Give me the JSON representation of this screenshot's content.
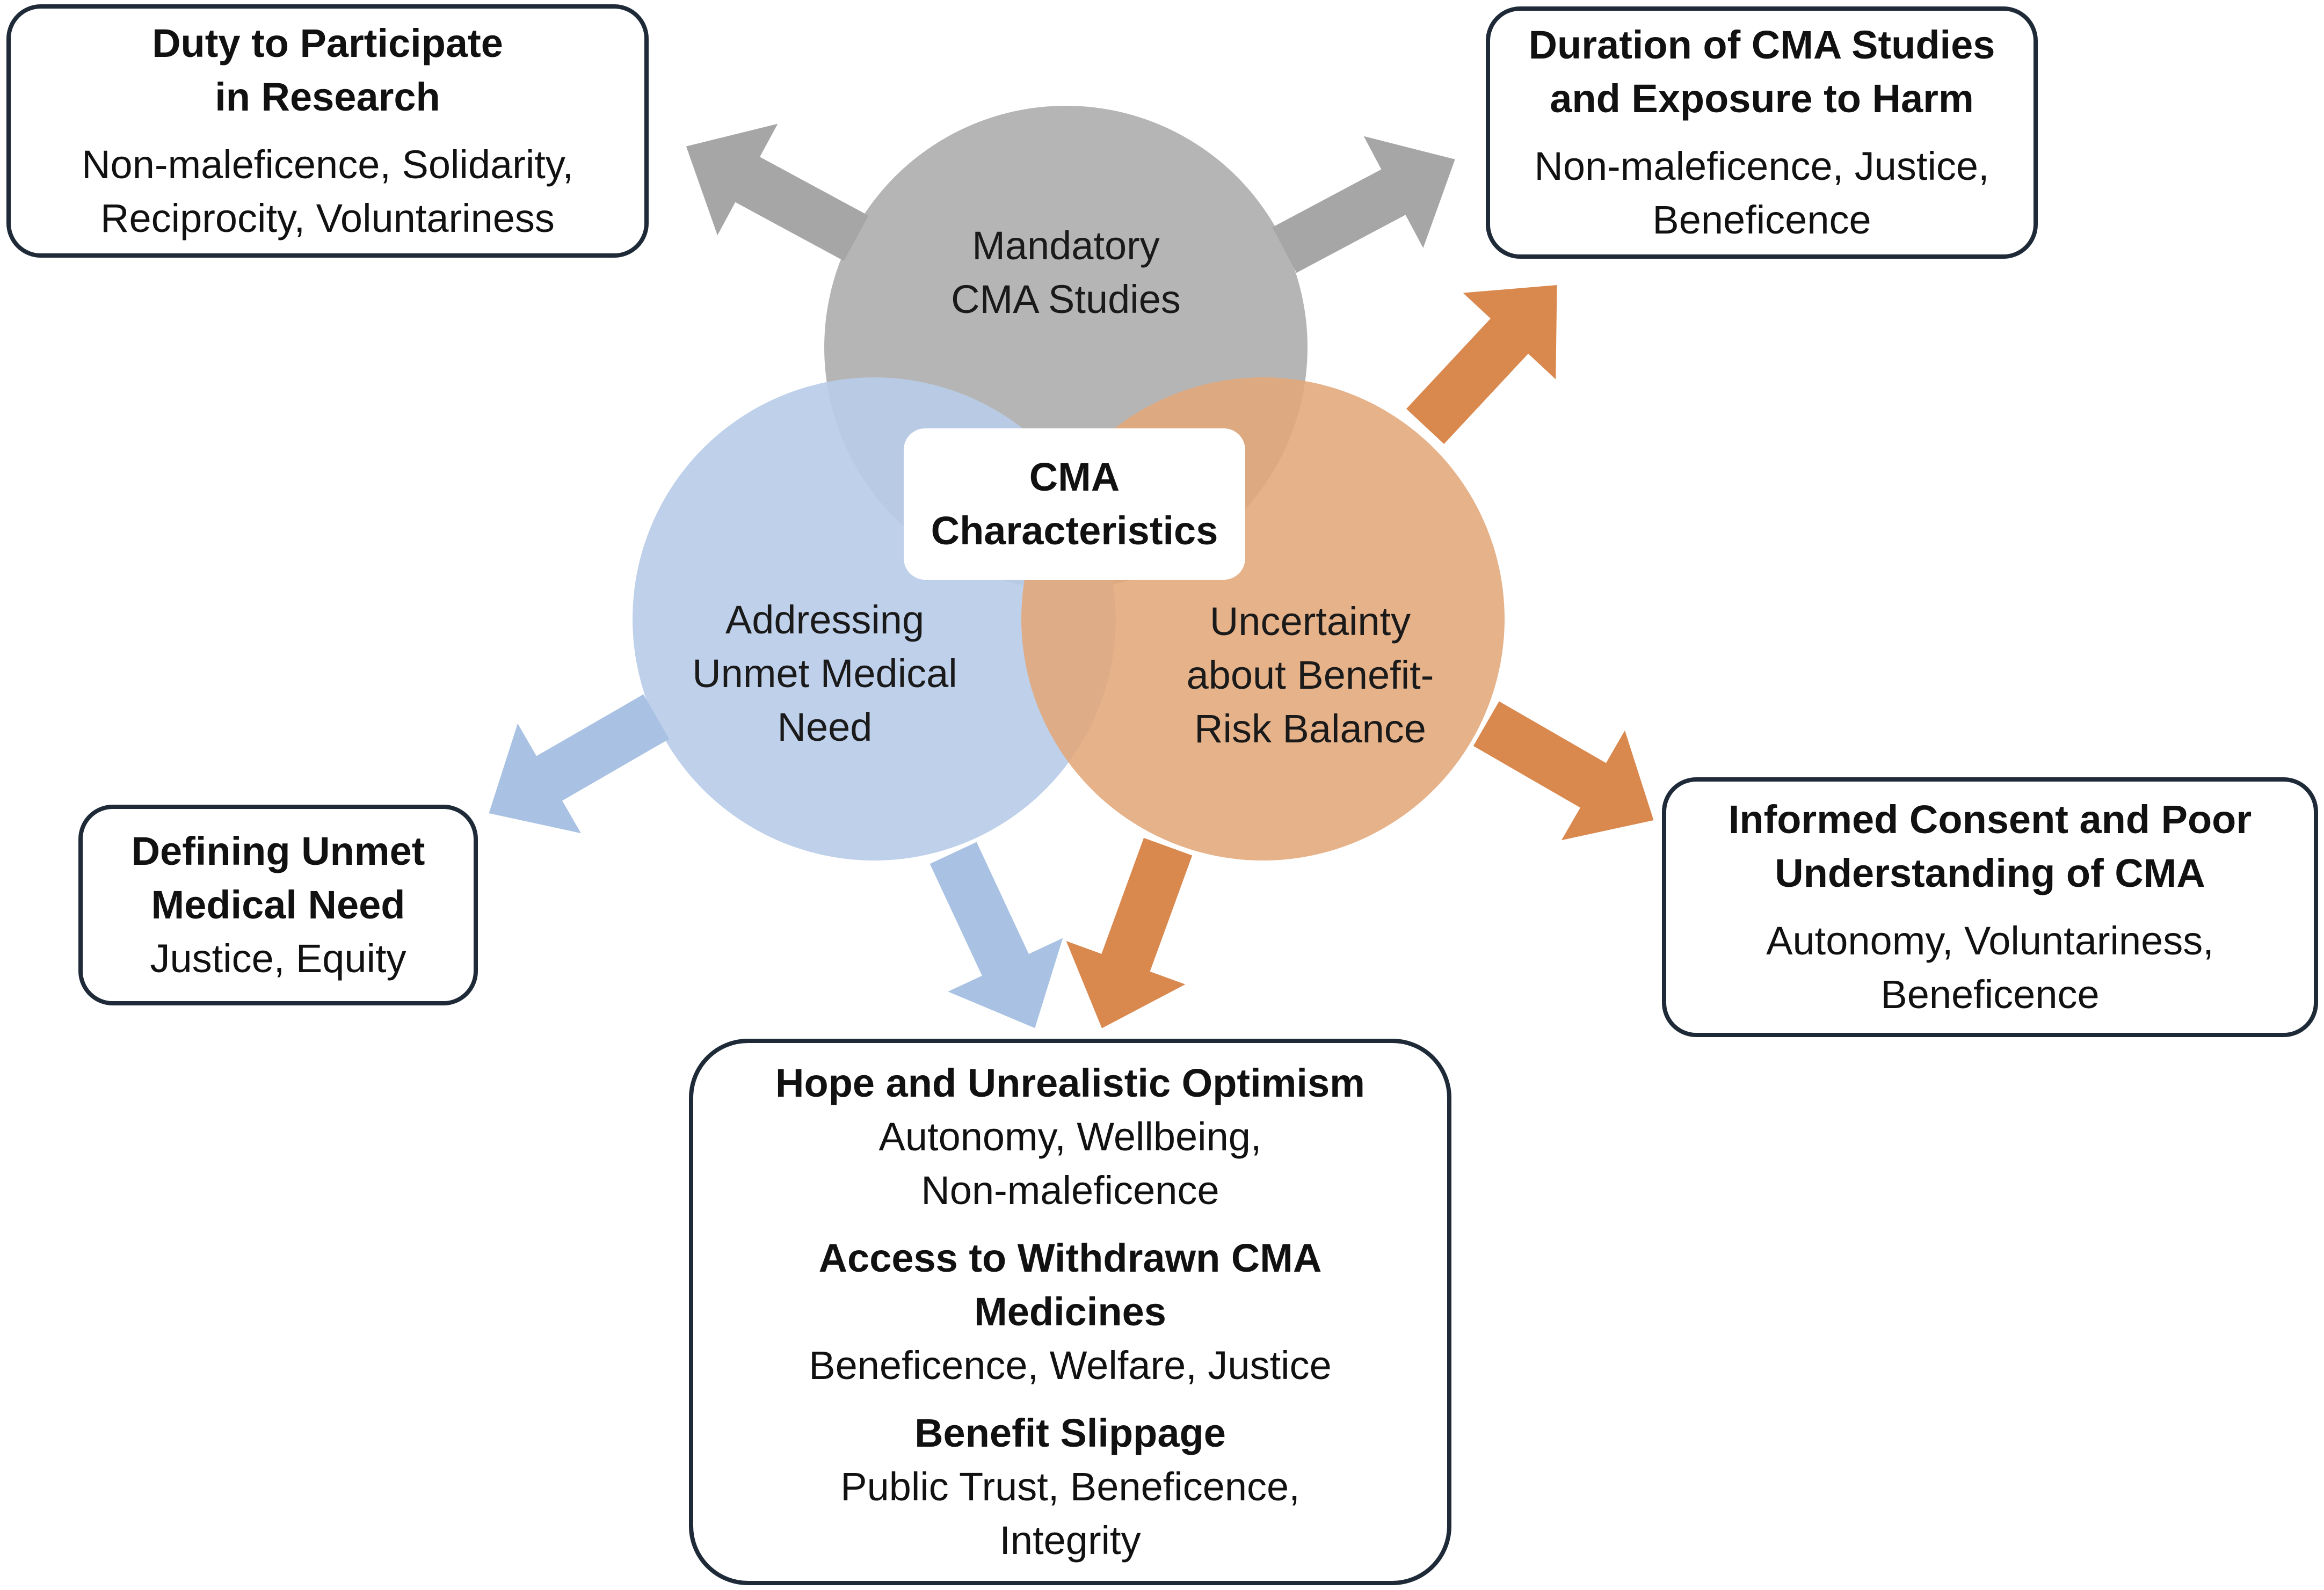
{
  "colors": {
    "gray_circle": "#b3b3b3",
    "blue_circle": "#b8cce8",
    "orange_circle": "#e2a77a",
    "gray_arrow": "#a6a6a6",
    "blue_arrow": "#a9c2e3",
    "orange_arrow": "#d9884e",
    "box_border": "#1f2a38"
  },
  "center": {
    "title": "CMA\nCharacteristics"
  },
  "circles": {
    "mandatory": {
      "label": "Mandatory\nCMA Studies"
    },
    "unmet_need": {
      "label": "Addressing\nUnmet Medical\nNeed"
    },
    "uncertainty": {
      "label": "Uncertainty\nabout Benefit-\nRisk Balance"
    }
  },
  "boxes": {
    "duty": {
      "title": "Duty to Participate\nin Research",
      "values": "Non-maleficence, Solidarity,\nReciprocity, Voluntariness"
    },
    "duration": {
      "title": "Duration of CMA Studies\nand Exposure to Harm",
      "values": "Non-maleficence, Justice,\nBeneficence"
    },
    "defining": {
      "title": "Defining Unmet\nMedical Need",
      "values": "Justice, Equity"
    },
    "consent": {
      "title": "Informed Consent and Poor\nUnderstanding of CMA",
      "values": "Autonomy, Voluntariness,\nBeneficence"
    },
    "bottom": {
      "hope_title": "Hope and Unrealistic Optimism",
      "hope_values": "Autonomy, Wellbeing,\nNon-maleficence",
      "access_title": "Access to Withdrawn CMA\nMedicines",
      "access_values": "Beneficence, Welfare, Justice",
      "slippage_title": "Benefit Slippage",
      "slippage_values": "Public Trust, Beneficence,\nIntegrity"
    }
  }
}
